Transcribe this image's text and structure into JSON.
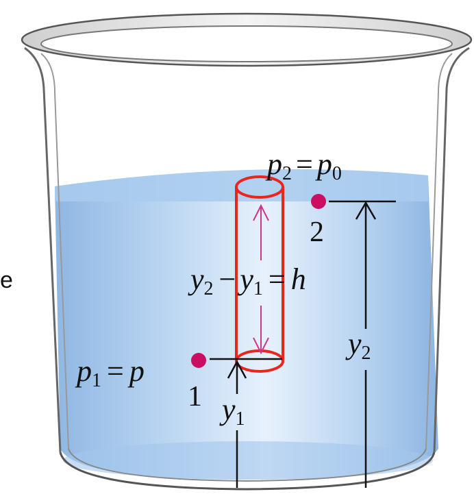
{
  "labels": {
    "p2_sym": "p",
    "p2_sub": "2",
    "p2_eq": "=",
    "p0_sym": "p",
    "p0_sub": "0",
    "point2": "2",
    "y2_left": "y",
    "y2_left_sub": "2",
    "minus": "−",
    "y1_mid": "y",
    "y1_mid_sub": "1",
    "eq_h": "=",
    "h": "h",
    "p1_sym": "p",
    "p1_sub": "1",
    "p1_eq": "=",
    "p_sym": "p",
    "point1": "1",
    "y2_right": "y",
    "y2_right_sub": "2",
    "y1_bottom": "y",
    "y1_bottom_sub": "1",
    "margin_fragment": "e"
  },
  "colors": {
    "liquid": "#9cc3ea",
    "liquid_top": "#b4d3f2",
    "highlight": "#e8261f",
    "point": "#cc0e63",
    "arrow_magenta": "#d2338a",
    "ink": "#111111"
  }
}
